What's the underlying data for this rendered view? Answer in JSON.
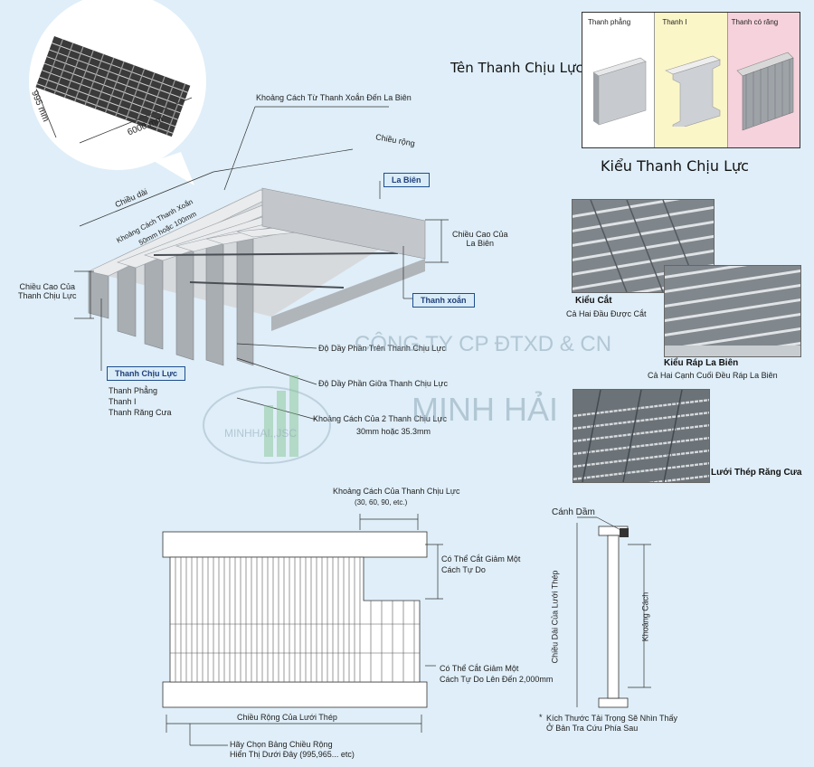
{
  "top_iso": {
    "inset_dims": {
      "length": "6000 mm",
      "width": "995 mm"
    },
    "labels": {
      "spacing_twist_to_edge": "Khoảng Cách Từ Thanh Xoắn Đến La Biên",
      "width_label": "Chiều rộng",
      "length_label": "Chiều dài",
      "twist_spacing": "Khoảng Cách Thanh Xoắn",
      "twist_spacing_values": "50mm hoặc 100mm",
      "la_bien": "La Biên",
      "edge_height": "Chiều Cao Của\nLa Biên",
      "bar_height": "Chiều Cao Của\nThanh Chịu Lực",
      "thanh_xoan": "Thanh xoắn",
      "top_thickness": "Độ Dầy Phần Trên Thanh Chịu Lực",
      "mid_thickness": "Độ Dầy Phần Giữa Thanh Chịu Lực",
      "bar_spacing": "Khoảng Cách Của 2 Thanh Chịu Lực",
      "bar_spacing_values": "30mm hoặc 35.3mm",
      "thanh_chiu_luc": "Thanh Chịu Lực",
      "bar_types": "Thanh Phẳng\nThanh I\nThanh Răng Cưa"
    }
  },
  "bar_types_box": {
    "title": "Tên Thanh Chịu Lực",
    "caption": "Kiểu Thanh Chịu Lực",
    "columns": [
      {
        "label": "Thanh phẳng",
        "color": "#ffffff"
      },
      {
        "label": "Thanh I",
        "color": "#fbf6c8"
      },
      {
        "label": "Thanh có răng",
        "color": "#f6d2dc"
      }
    ]
  },
  "styles": {
    "cut": {
      "title": "Kiểu Cắt",
      "desc": "Cả Hai Đầu Được Cắt"
    },
    "edge": {
      "title": "Kiểu Ráp La Biên",
      "desc": "Cả Hai Cạnh Cuối Đều Ráp La Biên"
    },
    "serrated": {
      "title": "Lưới Thép Răng Cưa"
    }
  },
  "watermark": {
    "company_line": "CÔNG TY CP ĐTXD & CN",
    "brand": "MINH HẢI",
    "logo_text": "MINHHAI.,JSC"
  },
  "plan": {
    "bar_pitch_label": "Khoảng Cách Của Thanh Chịu Lực",
    "bar_pitch_values": "(30, 60, 90, etc.)",
    "cut_free": "Có Thể Cắt Giảm Một\nCách Tự Do",
    "cut_free_2000": "Có Thể Cắt Giảm Một\nCách Tự Do Lên Đến 2,000mm",
    "grating_width": "Chiều Rộng Của Lưới Thép",
    "choose_width": "Hãy Chọn Bảng Chiều Rộng\nHiển Thị Dưới Đây (995,965... etc)"
  },
  "section": {
    "flange": "Cánh Dầm",
    "grating_length": "Chiều Dài Của Lưới Thép",
    "spacing": "Khoảng Cách",
    "note": "Kích Thước Tải Trọng Sẽ Nhìn Thấy\nỞ Bản Tra Cứu Phía Sau",
    "note_mark": "*"
  },
  "colors": {
    "accent": "#1f4e8c",
    "steel": "#b9bec3",
    "bg": "#dfeef8"
  }
}
